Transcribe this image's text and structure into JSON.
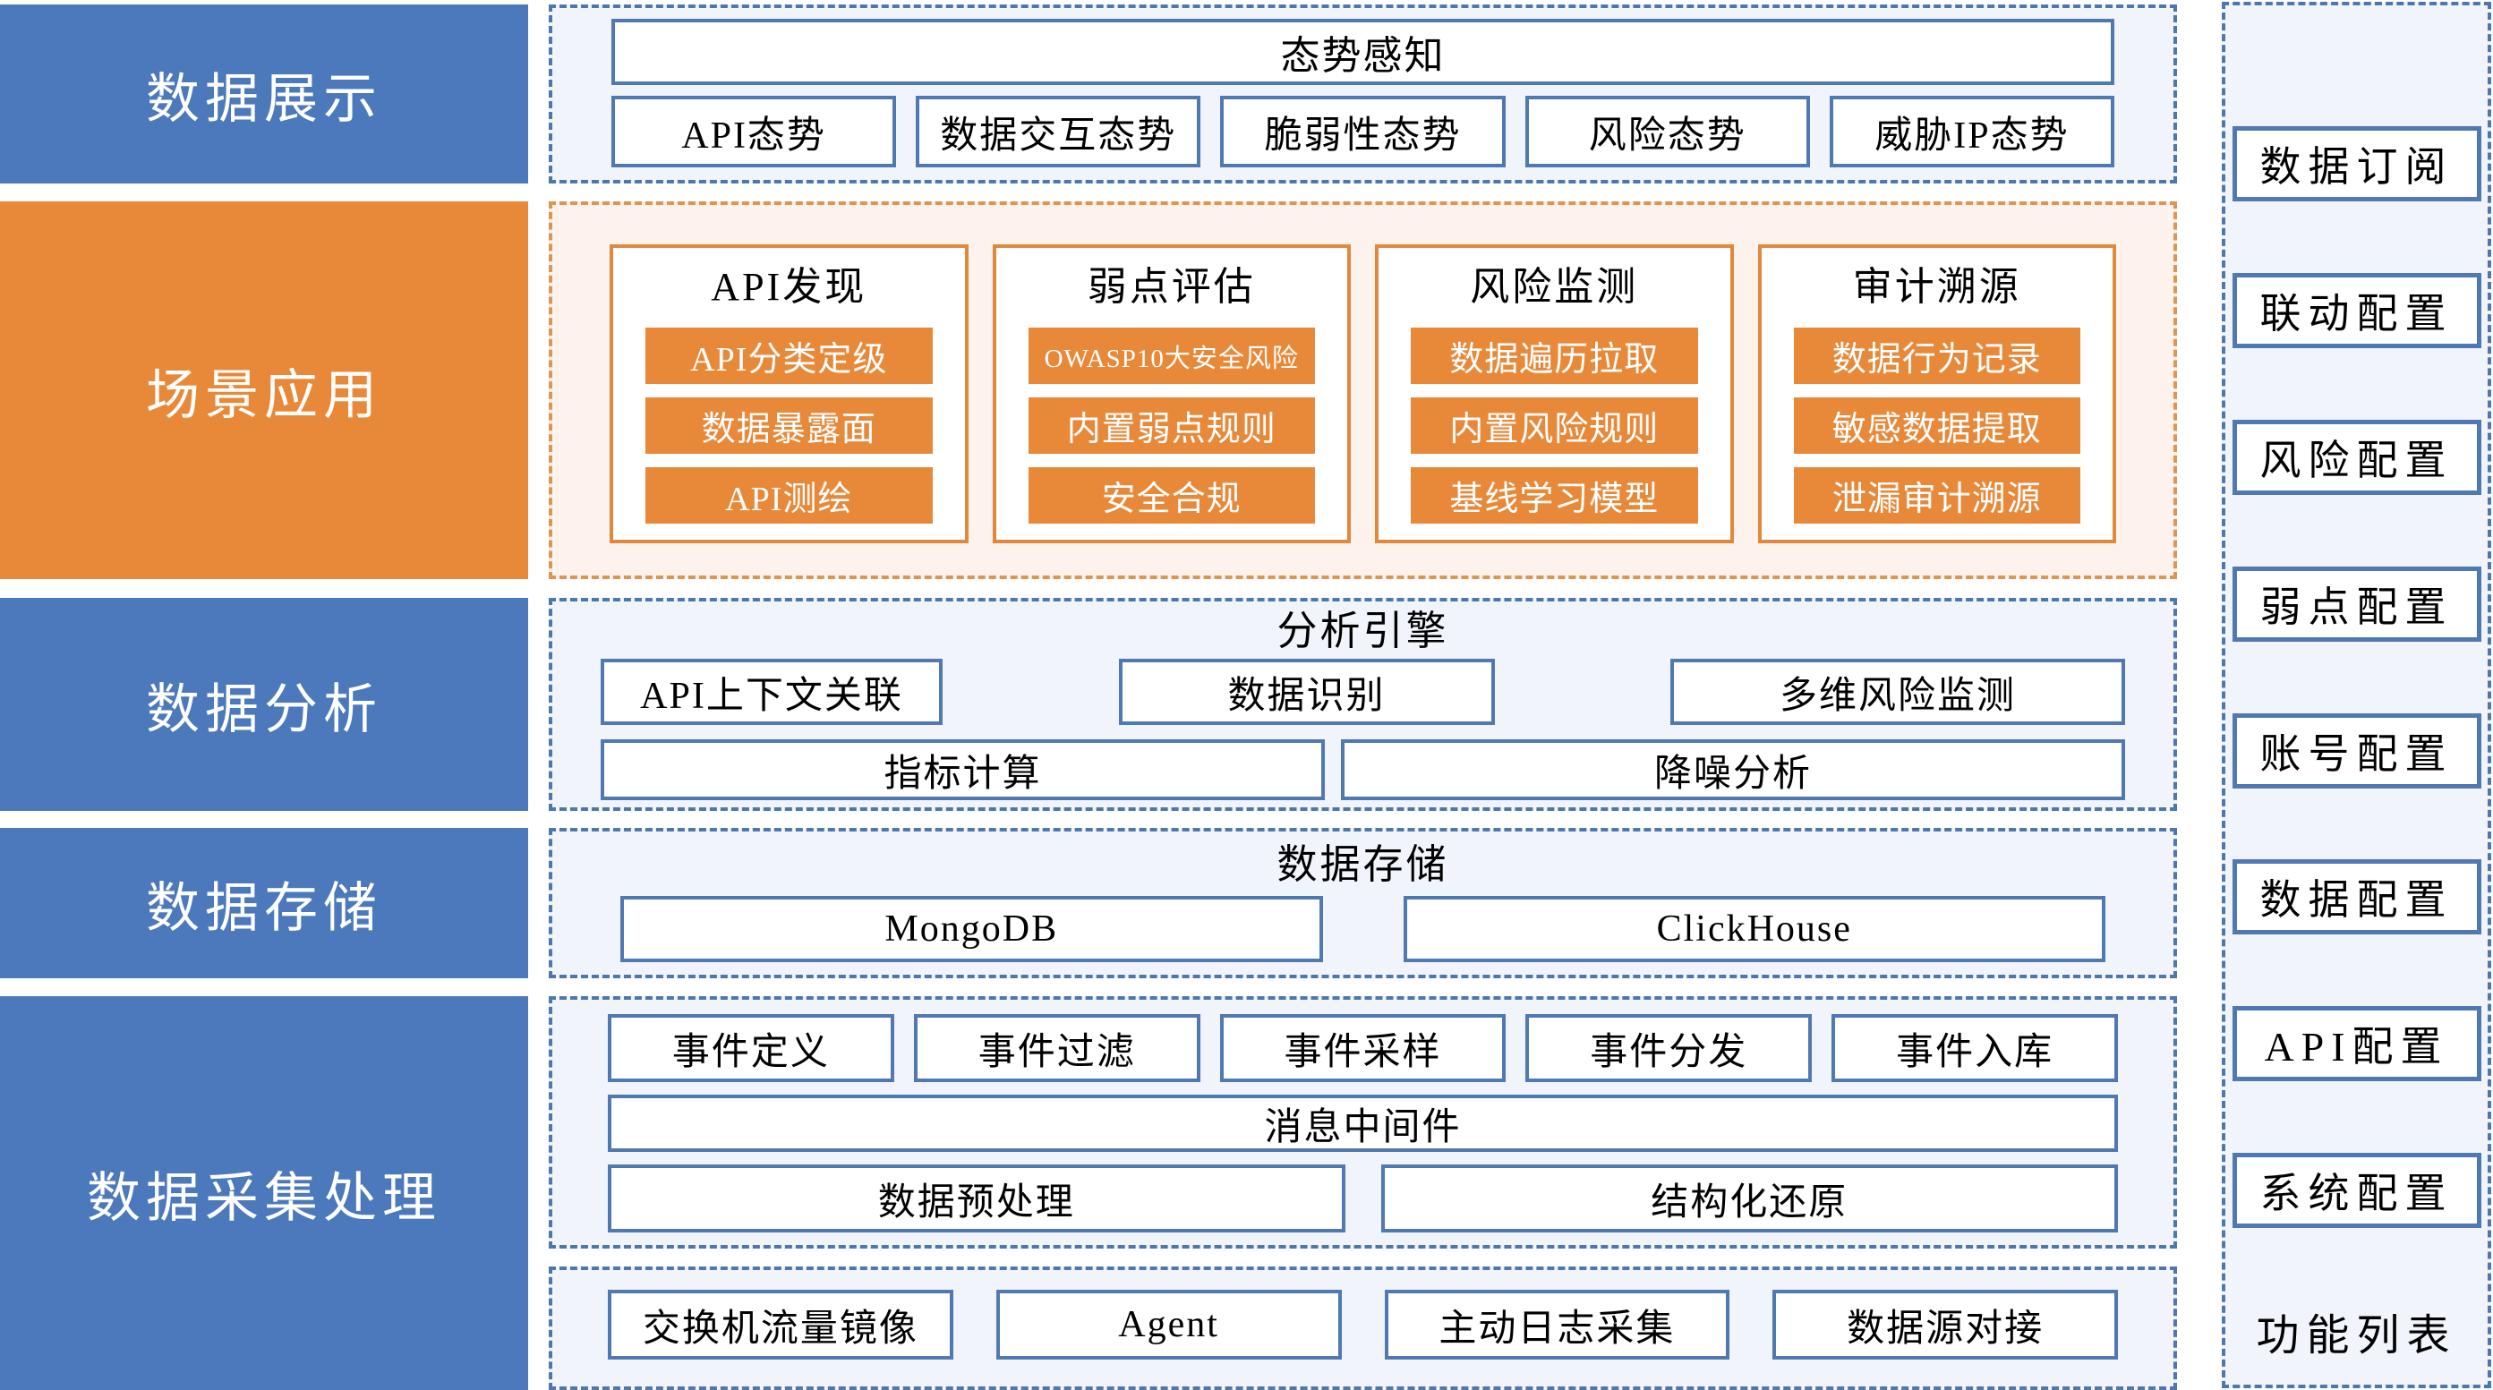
{
  "colors": {
    "layer_blue": "#4c79bc",
    "layer_orange": "#e8893a",
    "panel_bg_blue": "#f1f4fa",
    "panel_bg_orange": "#fdf3ec",
    "panel_border_blue": "#4d77ad",
    "panel_border_orange": "#dd9551",
    "box_border_blue": "#4f79b3",
    "card_border_orange": "#e1883c",
    "bar_orange": "#e8893a"
  },
  "layers": [
    {
      "label": "数据展示",
      "header": "态势感知",
      "boxes": [
        "API态势",
        "数据交互态势",
        "脆弱性态势",
        "风险态势",
        "威胁IP态势"
      ]
    },
    {
      "label": "场景应用",
      "cards": [
        {
          "title": "API发现",
          "items": [
            "API分类定级",
            "数据暴露面",
            "API测绘"
          ]
        },
        {
          "title": "弱点评估",
          "items": [
            "OWASP10大安全风险",
            "内置弱点规则",
            "安全合规"
          ]
        },
        {
          "title": "风险监测",
          "items": [
            "数据遍历拉取",
            "内置风险规则",
            "基线学习模型"
          ]
        },
        {
          "title": "审计溯源",
          "items": [
            "数据行为记录",
            "敏感数据提取",
            "泄漏审计溯源"
          ]
        }
      ]
    },
    {
      "label": "数据分析",
      "header": "分析引擎",
      "row1": [
        "API上下文关联",
        "数据识别",
        "多维风险监测"
      ],
      "row2": [
        "指标计算",
        "降噪分析"
      ]
    },
    {
      "label": "数据存储",
      "header": "数据存储",
      "boxes": [
        "MongoDB",
        "ClickHouse"
      ]
    },
    {
      "label": "数据采集处理",
      "processing": {
        "row1": [
          "事件定义",
          "事件过滤",
          "事件采样",
          "事件分发",
          "事件入库"
        ],
        "middleware": "消息中间件",
        "row3": [
          "数据预处理",
          "结构化还原"
        ]
      },
      "sources": [
        "交换机流量镜像",
        "Agent",
        "主动日志采集",
        "数据源对接"
      ]
    }
  ],
  "sidebar": {
    "items": [
      "数据订阅",
      "联动配置",
      "风险配置",
      "弱点配置",
      "账号配置",
      "数据配置",
      "API配置",
      "系统配置"
    ],
    "footer": "功能列表"
  }
}
